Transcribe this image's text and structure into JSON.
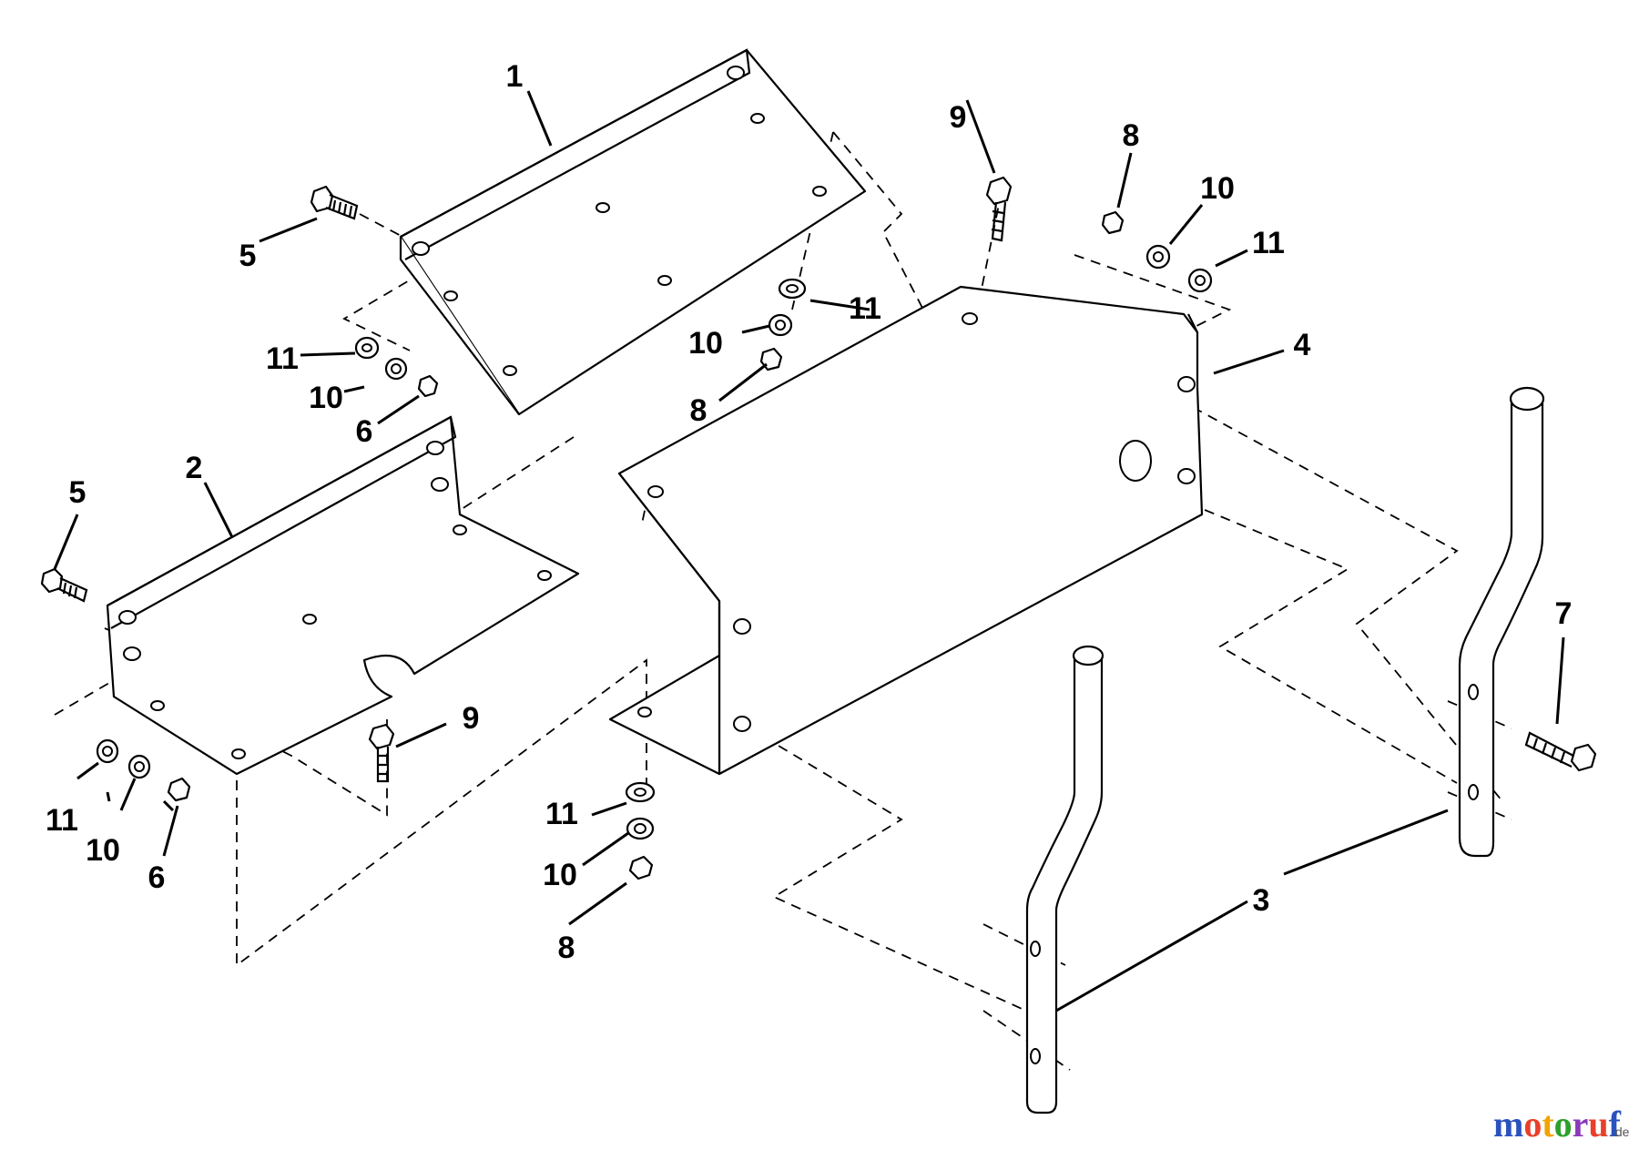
{
  "diagram": {
    "callouts": [
      {
        "id": "c1",
        "text": "1"
      },
      {
        "id": "c2",
        "text": "2"
      },
      {
        "id": "c3",
        "text": "3"
      },
      {
        "id": "c4",
        "text": "4"
      },
      {
        "id": "c5a",
        "text": "5"
      },
      {
        "id": "c5b",
        "text": "5"
      },
      {
        "id": "c6a",
        "text": "6"
      },
      {
        "id": "c6b",
        "text": "6"
      },
      {
        "id": "c7",
        "text": "7"
      },
      {
        "id": "c8a",
        "text": "8"
      },
      {
        "id": "c8b",
        "text": "8"
      },
      {
        "id": "c8c",
        "text": "8"
      },
      {
        "id": "c9a",
        "text": "9"
      },
      {
        "id": "c9b",
        "text": "9"
      },
      {
        "id": "c10a",
        "text": "10"
      },
      {
        "id": "c10b",
        "text": "10"
      },
      {
        "id": "c10c",
        "text": "10"
      },
      {
        "id": "c10d",
        "text": "10"
      },
      {
        "id": "c11a",
        "text": "11"
      },
      {
        "id": "c11b",
        "text": "11"
      },
      {
        "id": "c11c",
        "text": "11"
      },
      {
        "id": "c11d",
        "text": "11"
      }
    ]
  },
  "watermark": {
    "letters": [
      "m",
      "o",
      "t",
      "o",
      "r",
      "u",
      "f"
    ],
    "colors": [
      "#2a52be",
      "#e8402a",
      "#f0a500",
      "#2ca02c",
      "#8a3ab9",
      "#e8402a",
      "#2a52be"
    ],
    "suffix": ".de"
  }
}
